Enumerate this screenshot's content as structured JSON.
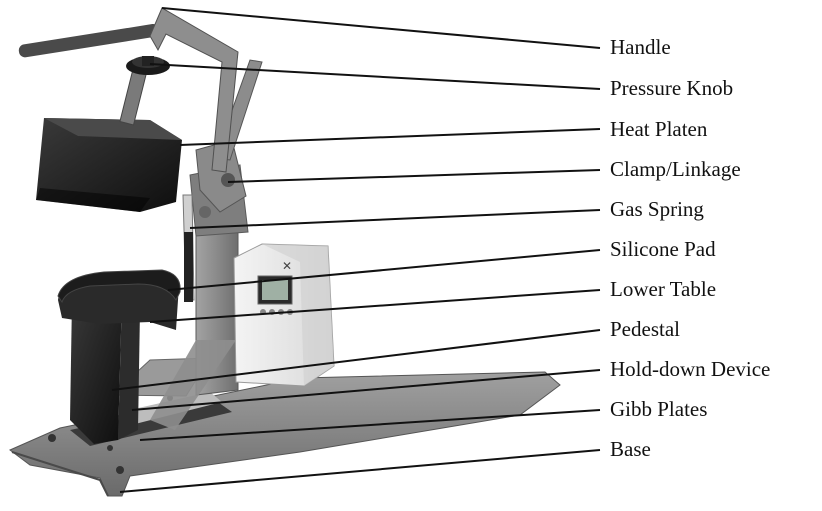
{
  "diagram": {
    "subject": "heat-press-machine",
    "labels": [
      {
        "text": "Handle"
      },
      {
        "text": "Pressure Knob"
      },
      {
        "text": "Heat Platen"
      },
      {
        "text": "Clamp/Linkage"
      },
      {
        "text": "Gas Spring"
      },
      {
        "text": "Silicone Pad"
      },
      {
        "text": "Lower Table"
      },
      {
        "text": "Pedestal"
      },
      {
        "text": "Hold-down Device"
      },
      {
        "text": "Gibb Plates"
      },
      {
        "text": "Base"
      }
    ]
  },
  "colors": {
    "leader_line": "#111111",
    "label_text": "#111111",
    "body_gray": "#8c8c8c",
    "dark_part": "#1e1e1e",
    "control_box": "#e9e9e9"
  }
}
